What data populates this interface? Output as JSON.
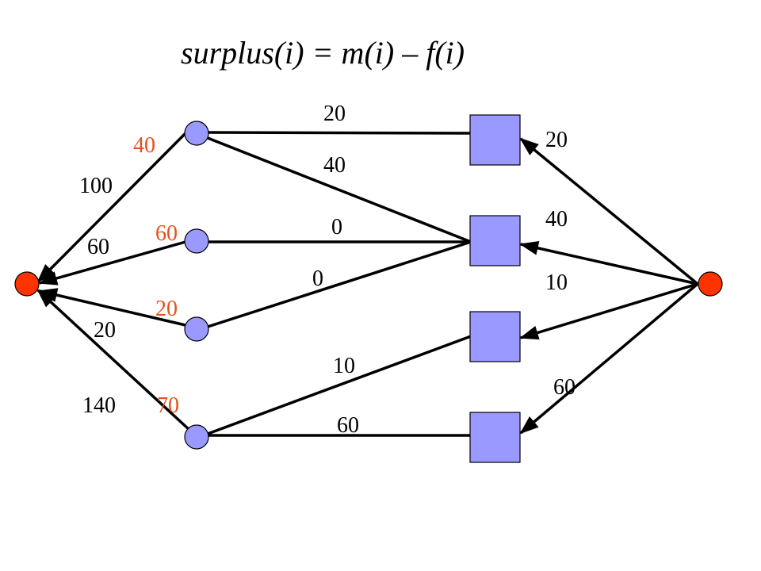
{
  "title": "surplus(i) =  m(i) – f(i)",
  "colors": {
    "node_fill": "#9999FF",
    "terminal_fill": "#FF3300",
    "edge": "#000000",
    "label": "#000000",
    "surplus_label": "#E8501A"
  },
  "nodes": {
    "sink_left": {
      "label": "",
      "shape": "circle",
      "role": "terminal"
    },
    "c1": {
      "label": "",
      "shape": "circle",
      "role": "left"
    },
    "c2": {
      "label": "",
      "shape": "circle",
      "role": "left"
    },
    "c3": {
      "label": "",
      "shape": "circle",
      "role": "left"
    },
    "c4": {
      "label": "",
      "shape": "circle",
      "role": "left"
    },
    "s1": {
      "label": "",
      "shape": "square",
      "role": "right"
    },
    "s2": {
      "label": "",
      "shape": "square",
      "role": "right"
    },
    "s3": {
      "label": "",
      "shape": "square",
      "role": "right"
    },
    "s4": {
      "label": "",
      "shape": "square",
      "role": "right"
    },
    "source_right": {
      "label": "",
      "shape": "circle",
      "role": "terminal"
    }
  },
  "edges": {
    "c1_sink": {
      "label": "100"
    },
    "c2_sink": {
      "label": "60"
    },
    "c3_sink": {
      "label": "20"
    },
    "c4_sink": {
      "label": "140"
    },
    "c1_s1": {
      "label": "20"
    },
    "c1_s2": {
      "label": "40"
    },
    "c2_s2": {
      "label": "0"
    },
    "c3_s2": {
      "label": "0"
    },
    "c4_s3": {
      "label": "10"
    },
    "c4_s4": {
      "label": "60"
    },
    "src_s1": {
      "label": "20"
    },
    "src_s2": {
      "label": "40"
    },
    "src_s3": {
      "label": "10"
    },
    "src_s4": {
      "label": "60"
    }
  },
  "surplus": {
    "c1": "40",
    "c2": "60",
    "c3": "20",
    "c4": "70"
  }
}
